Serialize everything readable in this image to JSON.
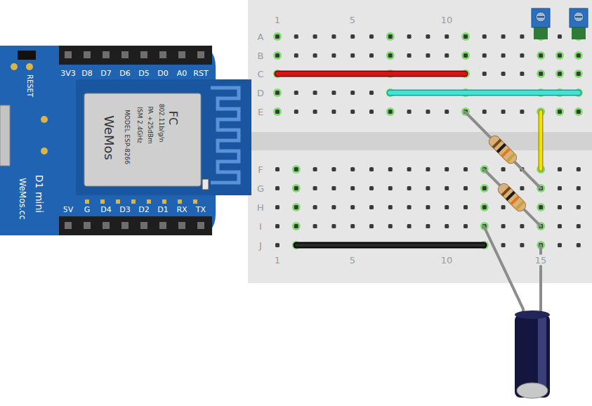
{
  "diagram": {
    "labels": [
      "3V3",
      "D8",
      "D7",
      "D6",
      "D5",
      "D0",
      "A0",
      "RST",
      "5V",
      "G",
      "D4",
      "D3",
      "D2",
      "D1",
      "RX",
      "TX",
      "RESET",
      "D1 mini",
      "WeMos.cc",
      "MODEL ESP-8266",
      "ISM 2.4GHz",
      "PA +25dBm",
      "802.11b/g/n",
      "WeMos",
      "FC",
      "A",
      "B",
      "C",
      "D",
      "E",
      "F",
      "G",
      "H",
      "I",
      "J",
      "1",
      "5",
      "10",
      "1",
      "5",
      "10",
      "15"
    ]
  }
}
